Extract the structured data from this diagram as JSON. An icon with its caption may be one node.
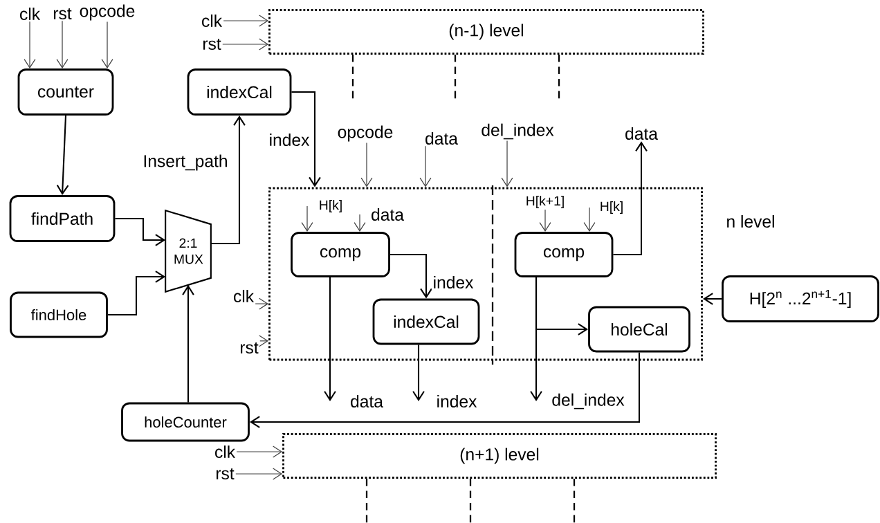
{
  "diagram": {
    "nodes": [
      {
        "text": [
          "clk"
        ]
      },
      {
        "text": [
          "rst"
        ]
      },
      {
        "text": [
          "opcode"
        ]
      },
      {
        "text": [
          "counter"
        ]
      },
      {
        "text": [
          "findPath"
        ]
      },
      {
        "text": [
          "findHole"
        ]
      },
      {
        "text": [
          "2:1 MUX"
        ]
      },
      {
        "text": [
          "holeCounter"
        ]
      },
      {
        "text": [
          "indexCal"
        ]
      },
      {
        "text": [
          "(n-1) level"
        ]
      },
      {
        "text": [
          "clk"
        ]
      },
      {
        "text": [
          "rst"
        ]
      },
      {
        "text": [
          "n level"
        ]
      },
      {
        "text": [
          "comp"
        ],
        "in": 12
      },
      {
        "text": [
          "indexCal"
        ],
        "in": 12
      },
      {
        "text": [
          "comp"
        ],
        "in": 12
      },
      {
        "text": [
          "holeCal"
        ],
        "in": 12
      },
      {
        "text": [
          "H[k]"
        ],
        "in": 12
      },
      {
        "text": [
          "data"
        ],
        "in": 12
      },
      {
        "text": [
          "H[k+1]"
        ],
        "in": 12
      },
      {
        "text": [
          "H[k]"
        ],
        "in": 12
      },
      {
        "text": [
          "opcode"
        ]
      },
      {
        "text": [
          "data"
        ]
      },
      {
        "text": [
          "del_index"
        ]
      },
      {
        "text": [
          "data"
        ]
      },
      {
        "text": [
          "H[2$^{n}$ ...2$^{n+1}$-1]"
        ]
      },
      {
        "text": [
          "clk"
        ]
      },
      {
        "text": [
          "rst"
        ]
      },
      {
        "text": [
          "data"
        ]
      },
      {
        "text": [
          "index"
        ]
      },
      {
        "text": [
          "del_index"
        ]
      },
      {
        "text": [
          "(n+1) level"
        ]
      },
      {
        "text": [
          "clk"
        ]
      },
      {
        "text": [
          "rst"
        ]
      }
    ],
    "edges": [
      {
        "from": 0,
        "to": 3,
        "arrow": "to"
      },
      {
        "from": 1,
        "to": 3,
        "arrow": "to"
      },
      {
        "from": 2,
        "to": 3,
        "arrow": "to"
      },
      {
        "from": 3,
        "to": 4,
        "arrow": "to"
      },
      {
        "from": 4,
        "to": 6,
        "arrow": "to"
      },
      {
        "from": 5,
        "to": 6,
        "arrow": "to"
      },
      {
        "from": 7,
        "to": 6,
        "arrow": "to"
      },
      {
        "from": 6,
        "to": 8,
        "arrow": "to",
        "label": "Insert_path"
      },
      {
        "from": 8,
        "to": 12,
        "arrow": "to",
        "label": "index"
      },
      {
        "from": 21,
        "to": 12,
        "arrow": "to"
      },
      {
        "from": 22,
        "to": 12,
        "arrow": "to"
      },
      {
        "from": 23,
        "to": 12,
        "arrow": "to"
      },
      {
        "from": 15,
        "to": 24,
        "arrow": "to"
      },
      {
        "from": 25,
        "to": 12,
        "arrow": "to"
      },
      {
        "from": 26,
        "to": 12,
        "arrow": "to"
      },
      {
        "from": 27,
        "to": 12,
        "arrow": "to"
      },
      {
        "from": 17,
        "to": 13,
        "arrow": "to"
      },
      {
        "from": 18,
        "to": 13,
        "arrow": "to"
      },
      {
        "from": 19,
        "to": 15,
        "arrow": "to"
      },
      {
        "from": 20,
        "to": 15,
        "arrow": "to"
      },
      {
        "from": 13,
        "to": 14,
        "arrow": "to",
        "label": "index"
      },
      {
        "from": 13,
        "to": 28,
        "arrow": "to"
      },
      {
        "from": 14,
        "to": 29,
        "arrow": "to"
      },
      {
        "from": 15,
        "to": 30,
        "arrow": "to"
      },
      {
        "from": 15,
        "to": 16,
        "arrow": "to"
      },
      {
        "from": 16,
        "to": 7,
        "arrow": "to"
      },
      {
        "from": 10,
        "to": 9,
        "arrow": "to"
      },
      {
        "from": 11,
        "to": 9,
        "arrow": "to"
      },
      {
        "from": 32,
        "to": 31,
        "arrow": "to"
      },
      {
        "from": 33,
        "to": 31,
        "arrow": "to"
      },
      {
        "from": 9,
        "to": null,
        "arrow": "none",
        "style": "dashed"
      },
      {
        "from": 9,
        "to": null,
        "arrow": "none",
        "style": "dashed"
      },
      {
        "from": 9,
        "to": null,
        "arrow": "none",
        "style": "dashed"
      },
      {
        "from": 31,
        "to": null,
        "arrow": "none",
        "style": "dashed"
      },
      {
        "from": 31,
        "to": null,
        "arrow": "none",
        "style": "dashed"
      },
      {
        "from": 31,
        "to": null,
        "arrow": "none",
        "style": "dashed"
      }
    ]
  }
}
